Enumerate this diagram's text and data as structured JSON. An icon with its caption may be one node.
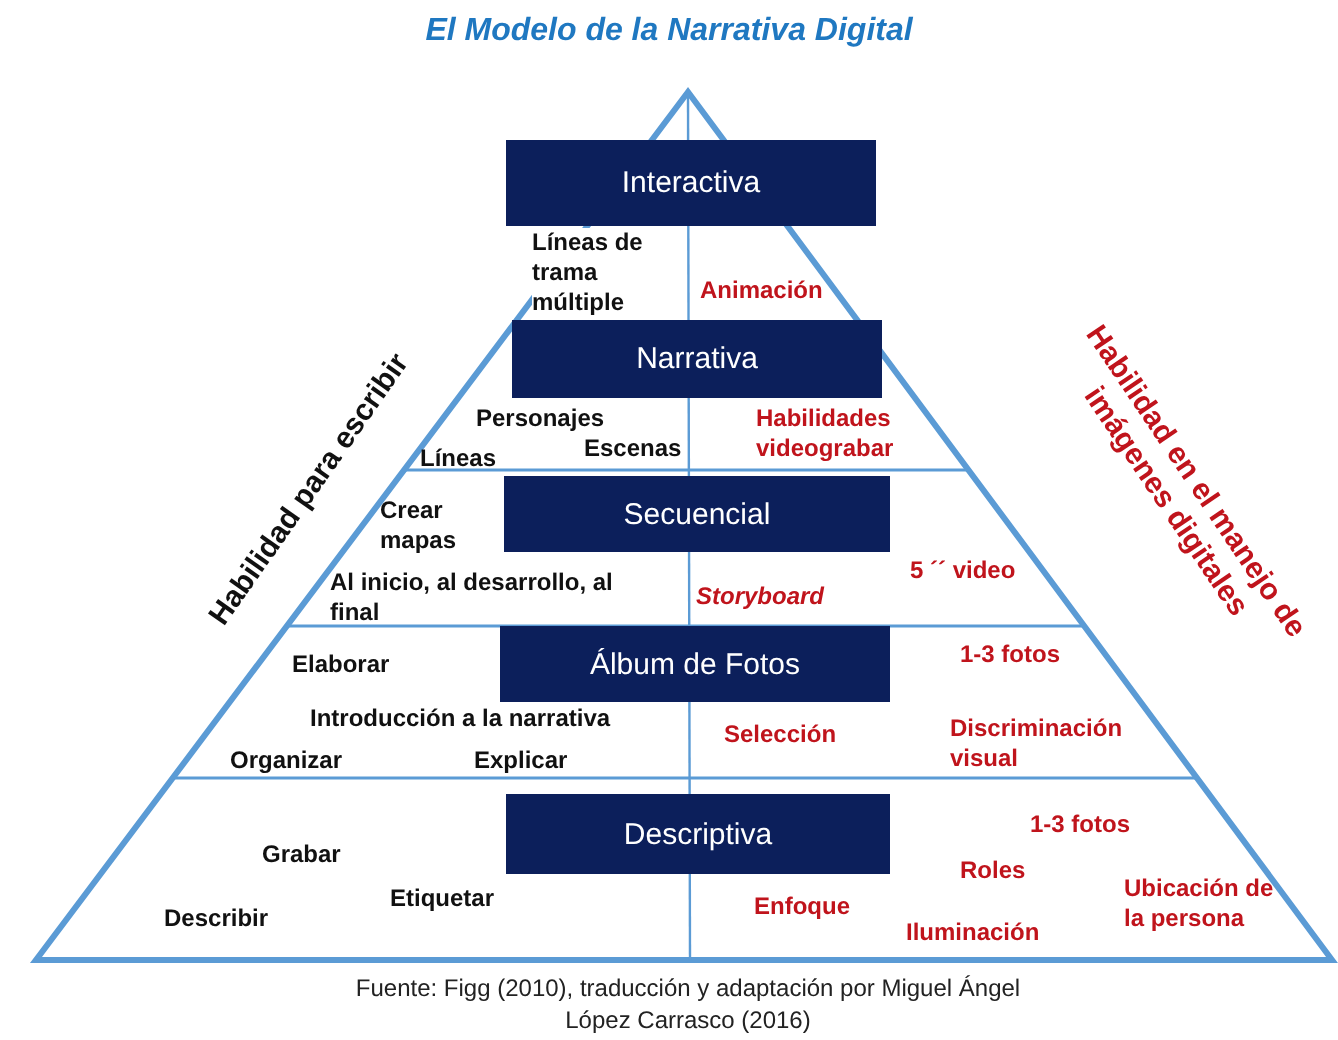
{
  "diagram": {
    "title": "El Modelo de la Narrativa Digital",
    "caption": "Fuente: Figg (2010), traducción y adaptación por Miguel Ángel López Carrasco (2016)",
    "nodes": [
      {
        "text": [
          "Interactiva"
        ]
      },
      {
        "text": [
          "Narrativa"
        ]
      },
      {
        "text": [
          "Secuencial"
        ]
      },
      {
        "text": [
          "Álbum de Fotos"
        ]
      },
      {
        "text": [
          "Descriptiva"
        ]
      }
    ],
    "labels": [
      "Líneas de trama múltiple",
      "Animación",
      "Habilidad para escribir",
      "Habilidad en el manejo de imágenes digitales",
      "Personajes",
      "Habilidades videograbar",
      "Escenas",
      "Líneas",
      "Crear mapas",
      "5 ´´ video",
      "Al inicio, al desarrollo, al final",
      "Storyboard",
      "Elaborar",
      "1-3 fotos",
      "Introducción a la narrativa",
      "Selección",
      "Discriminación visual",
      "Organizar",
      "Explicar",
      "Grabar",
      "1-3 fotos",
      "Roles",
      "Ubicación de la persona",
      "Etiquetar",
      "Describir",
      "Enfoque",
      "Iluminación"
    ]
  }
}
